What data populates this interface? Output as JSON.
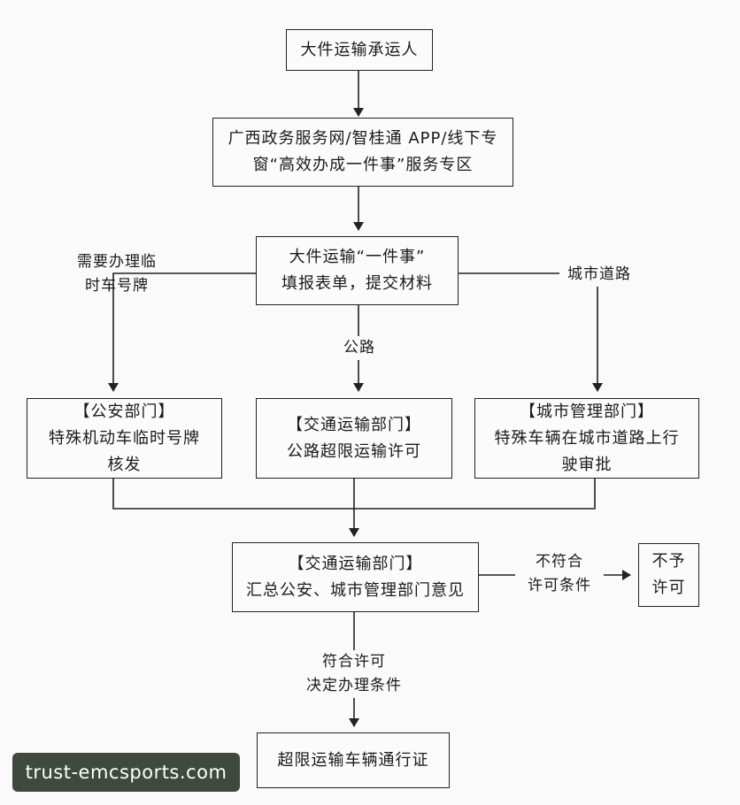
{
  "nodes": {
    "carrier": {
      "lines": [
        "大件运输承运人"
      ]
    },
    "platform": {
      "lines": [
        "广西政务服务网/智桂通 APP/线下专",
        "窗“高效办成一件事”服务专区"
      ]
    },
    "form": {
      "lines": [
        "大件运输“一件事”",
        "填报表单，提交材料"
      ]
    },
    "police": {
      "lines": [
        "【公安部门】",
        "特殊机动车临时号牌",
        "核发"
      ]
    },
    "transport": {
      "lines": [
        "【交通运输部门】",
        "公路超限运输许可"
      ]
    },
    "urban": {
      "lines": [
        "【城市管理部门】",
        "特殊车辆在城市道路上行",
        "驶审批"
      ]
    },
    "summary": {
      "lines": [
        "【交通运输部门】",
        "汇总公安、城市管理部门意见"
      ]
    },
    "reject": {
      "lines": [
        "不予",
        "许可"
      ]
    },
    "certificate": {
      "lines": [
        "超限运输车辆通行证"
      ]
    }
  },
  "edge_labels": {
    "temp_plate": [
      "需要办理临",
      "时车号牌"
    ],
    "highway": [
      "公路"
    ],
    "city_road": [
      "城市道路"
    ],
    "not_meet": [
      "不符合",
      "许可条件"
    ],
    "meet": [
      "符合许可",
      "决定办理条件"
    ]
  },
  "watermark": "trust-emcsports.com",
  "colors": {
    "line": "#222222",
    "background": "#fafafa",
    "watermark_bg": "#3e4a3d"
  }
}
